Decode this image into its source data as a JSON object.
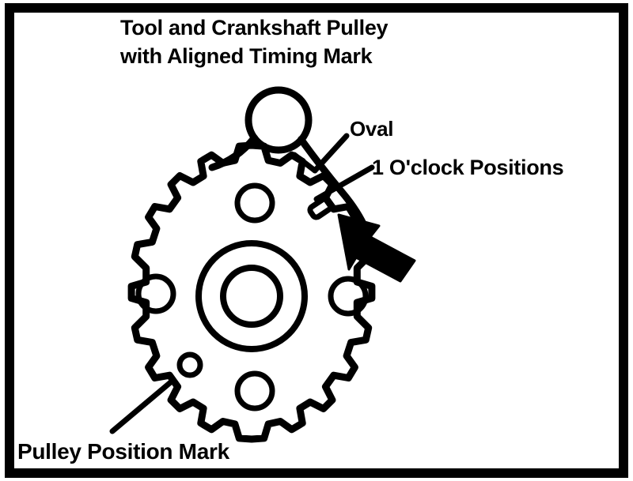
{
  "figure": {
    "title_line_1": "Tool and Crankshaft Pulley",
    "title_line_2": "with Aligned Timing Mark",
    "labels": {
      "oval": "Oval",
      "oclock": "1 O'clock Positions",
      "pulley_mark": "Pulley Position Mark"
    },
    "colors": {
      "ink": "#000000",
      "background": "#ffffff"
    },
    "parts": {
      "gear": "crankshaft-pulley-gear",
      "tool": "alignment-tool",
      "arrow": "pointer-arrow",
      "oval_mark": "oval-timing-mark"
    }
  }
}
